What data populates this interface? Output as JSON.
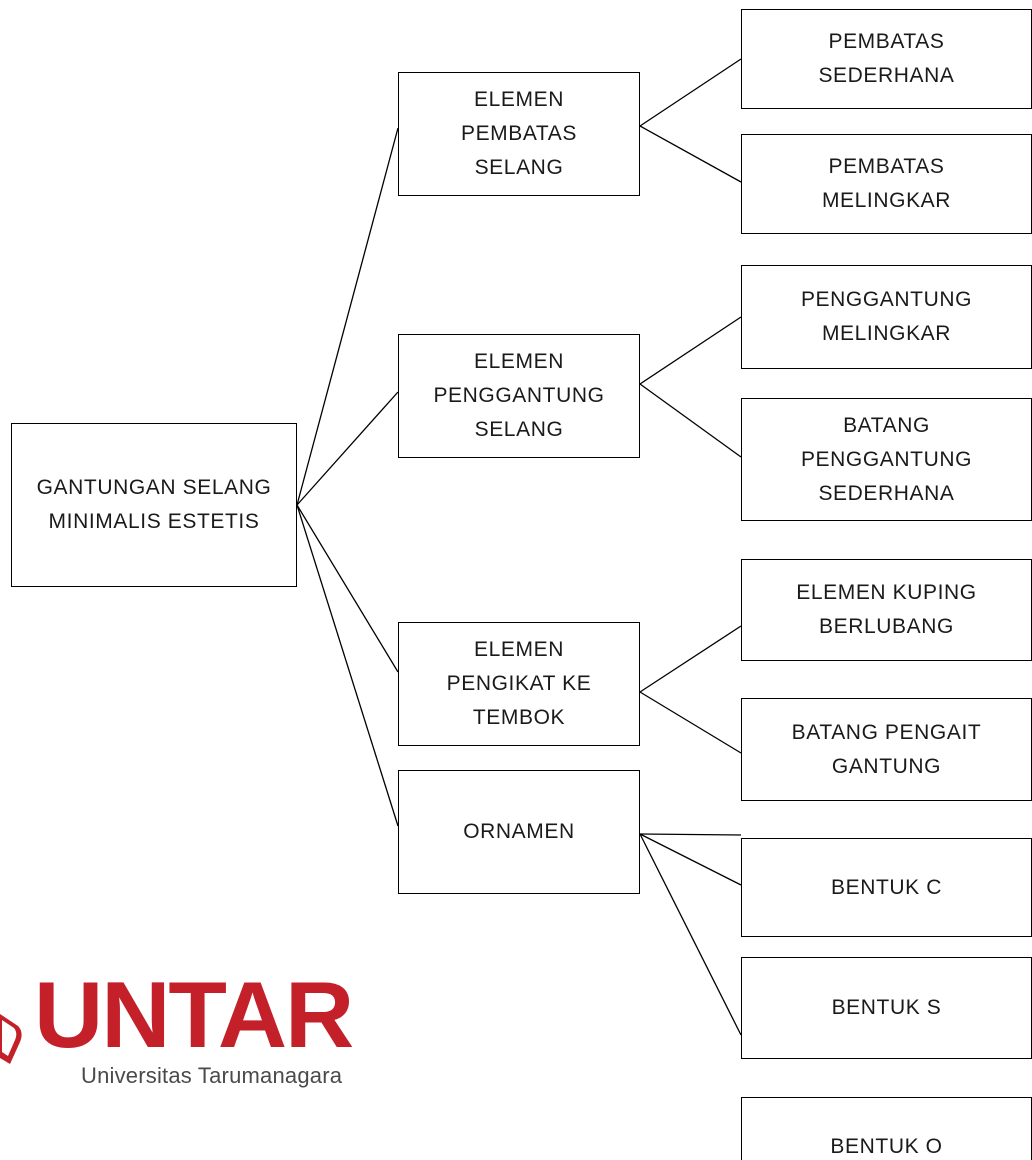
{
  "diagram": {
    "root": {
      "label": "GANTUNGAN SELANG\nMINIMALIS ESTETIS"
    },
    "branches": [
      {
        "label": "ELEMEN\nPEMBATAS\nSELANG",
        "children": [
          "PEMBATAS\nSEDERHANA",
          "PEMBATAS\nMELINGKAR"
        ]
      },
      {
        "label": "ELEMEN\nPENGGANTUNG\nSELANG",
        "children": [
          "PENGGANTUNG\nMELINGKAR",
          "BATANG\nPENGGANTUNG\nSEDERHANA"
        ]
      },
      {
        "label": "ELEMEN\nPENGIKAT KE\nTEMBOK",
        "children": [
          "ELEMEN KUPING\nBERLUBANG",
          "BATANG PENGAIT\nGANTUNG"
        ]
      },
      {
        "label": "ORNAMEN",
        "children": [
          "BENTUK C",
          "BENTUK S",
          "BENTUK O"
        ]
      }
    ]
  },
  "logo": {
    "wordmark": "UNTAR",
    "subtitle": "Universitas Tarumanagara",
    "color": "#c4202a"
  }
}
